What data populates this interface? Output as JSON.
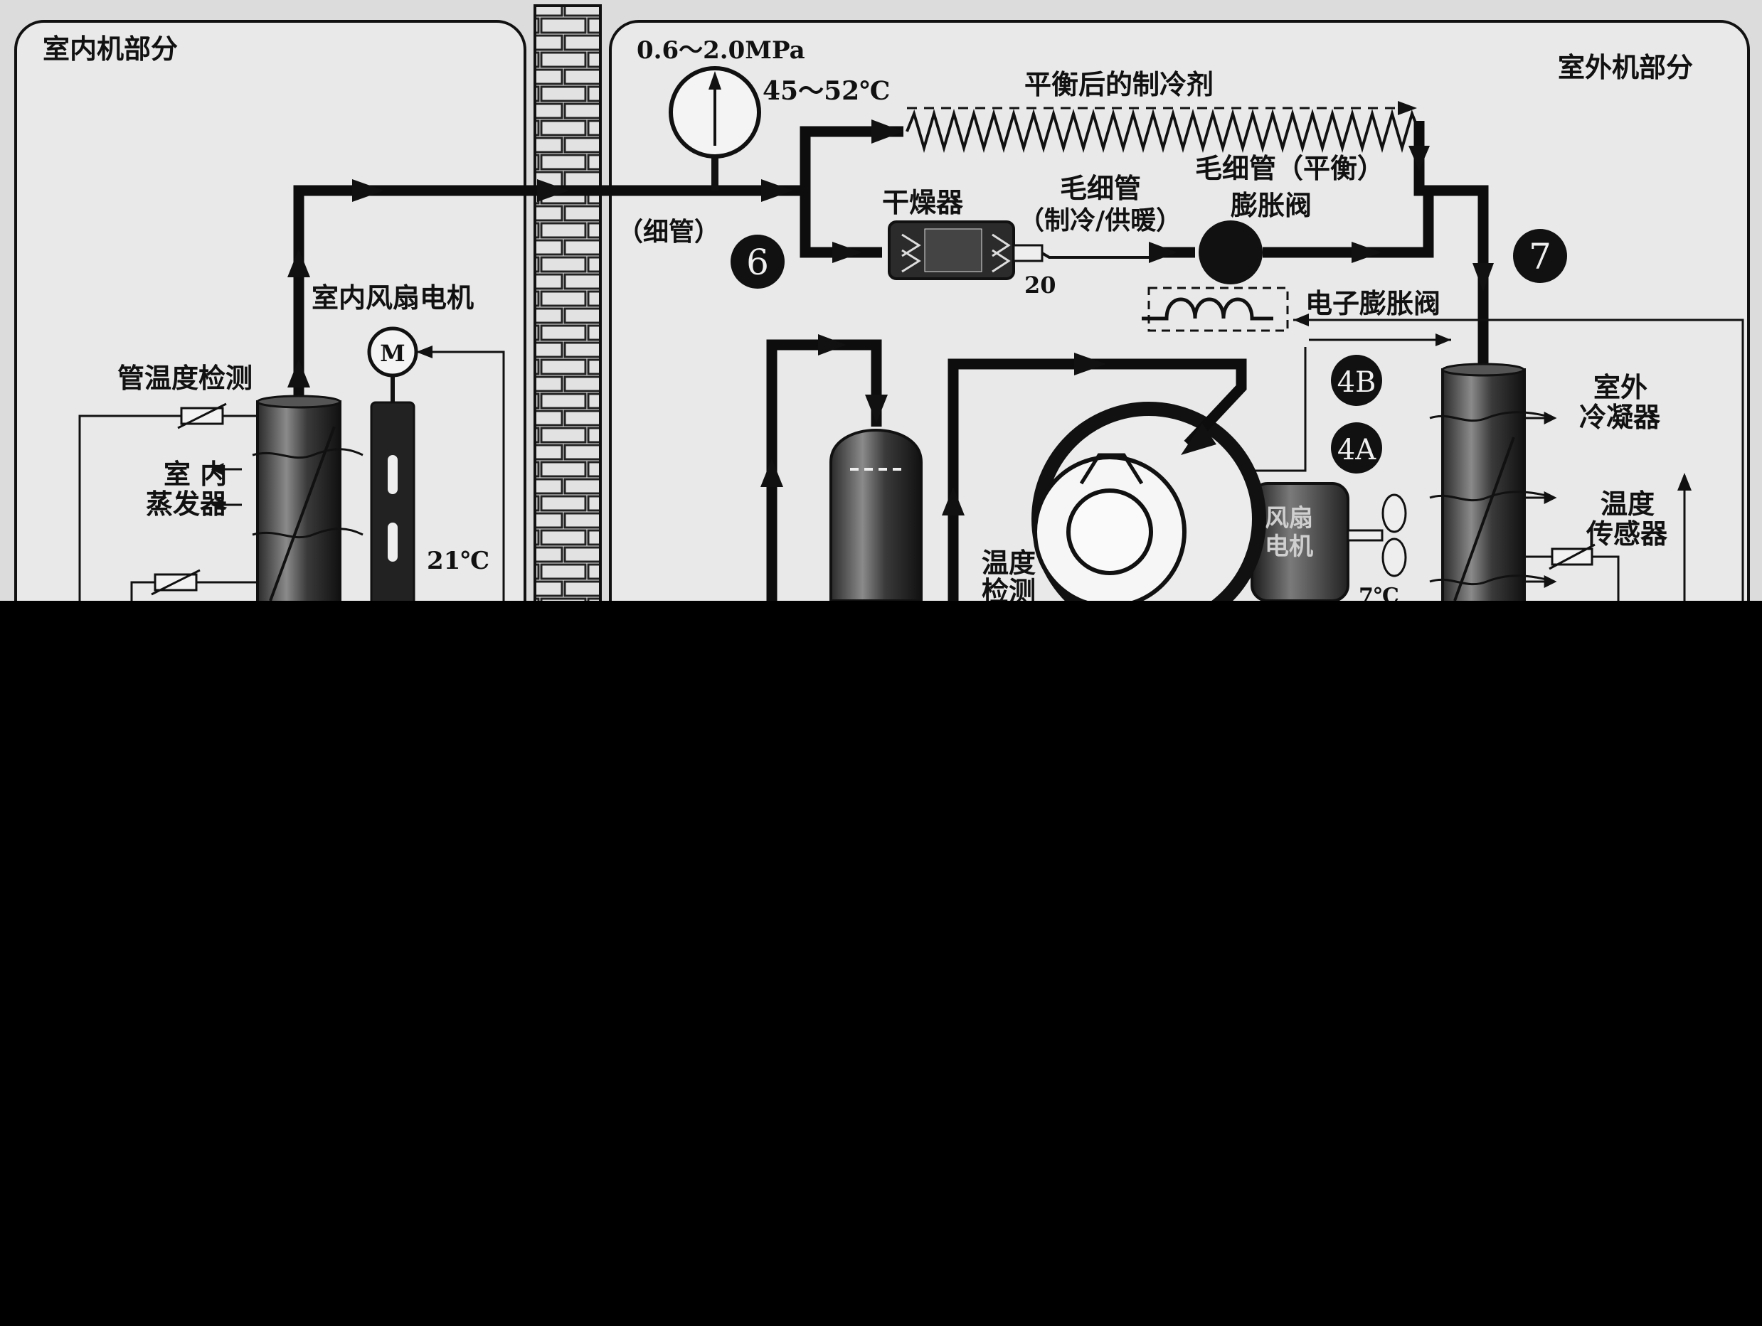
{
  "indoor_unit": {
    "title": "室内机部分",
    "fan_motor_label": "室内风扇电机",
    "motor_symbol": "M",
    "pipe_temp_label": "管温度检测",
    "evaporator_label_line1": "室 内",
    "evaporator_label_line2": "蒸发器",
    "indoor_temp": "21℃"
  },
  "outdoor_unit": {
    "title": "室外机部分",
    "pressure_range": "0.6～2.0MPa",
    "temp_range": "45～52℃",
    "balanced_refrigerant": "平衡后的制冷剂",
    "capillary_balance": "毛细管（平衡）",
    "expansion_valve": "膨胀阀",
    "dryer": "干燥器",
    "capillary": "毛细管",
    "capillary_mode": "（制冷/供暖）",
    "thin_pipe": "（细管）",
    "dryer_number": "20",
    "electronic_expansion_valve": "电子膨胀阀",
    "condenser_line1": "室外",
    "condenser_line2": "冷凝器",
    "temp_sensor_line1": "温度",
    "temp_sensor_line2": "传感器",
    "temp_detect_line1": "温度",
    "temp_detect_line2": "检测",
    "fan_motor_line1": "风扇",
    "fan_motor_line2": "电机",
    "outdoor_temp": "7℃"
  },
  "markers": {
    "m6": "6",
    "m7": "7",
    "m4b": "4B",
    "m4a": "4A"
  },
  "colors": {
    "paper": "#dddddd",
    "panel": "#e8e8e8",
    "ink": "#0d0d0d",
    "mask": "#000000"
  }
}
